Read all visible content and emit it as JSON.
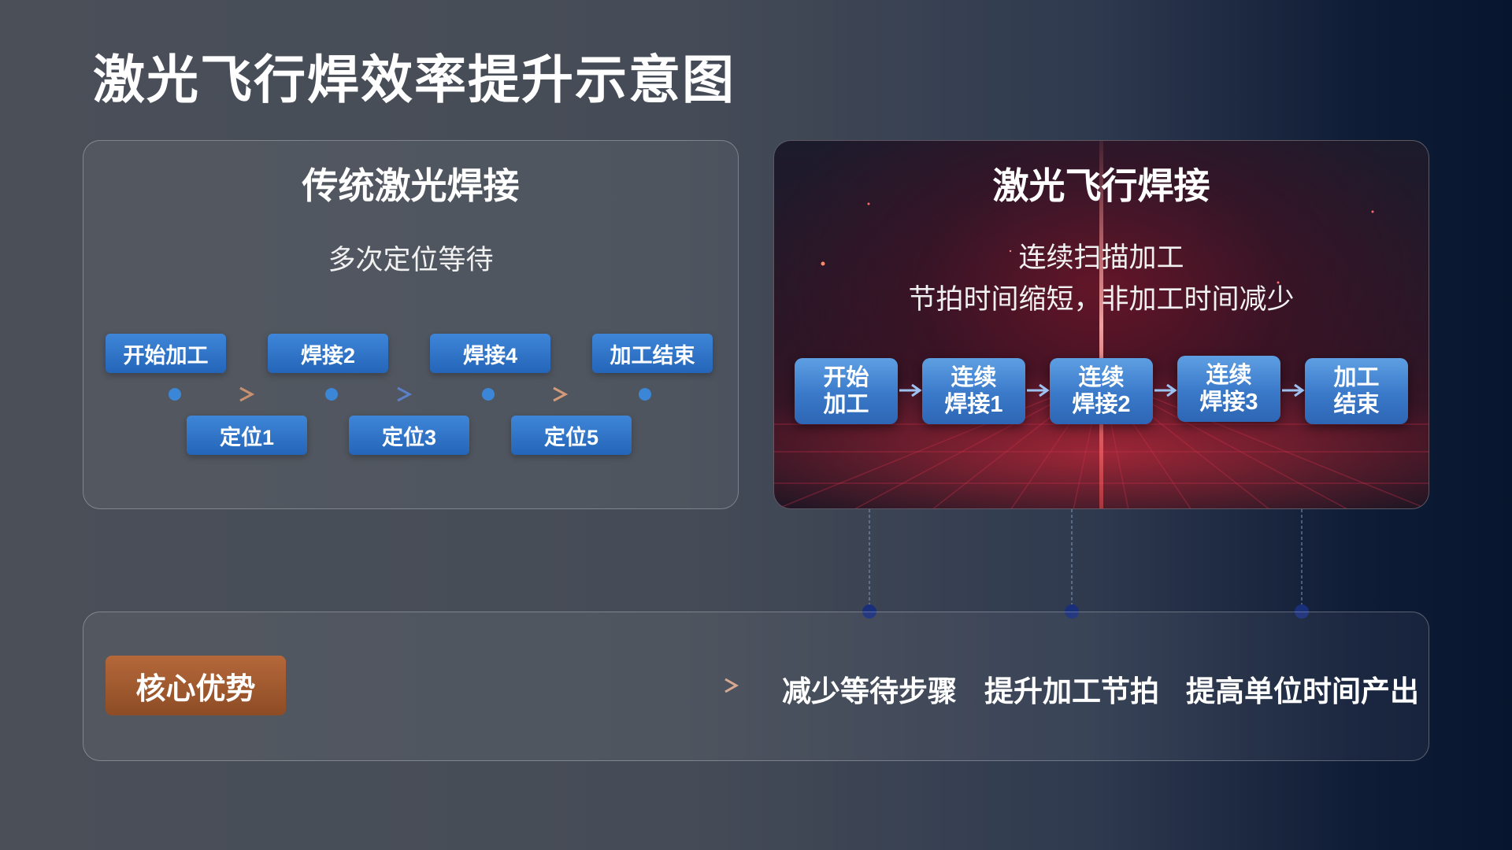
{
  "title": "激光飞行焊效率提升示意图",
  "traditional": {
    "heading": "传统激光焊接",
    "subtitle": "多次定位等待",
    "top_steps": [
      "开始加工",
      "焊接2",
      "焊接4",
      "加工结束"
    ],
    "bottom_steps": [
      "定位1",
      "定位3",
      "定位5"
    ]
  },
  "flying": {
    "heading": "激光飞行焊接",
    "subtitle_line1": "连续扫描加工",
    "subtitle_line2": "节拍时间缩短，非加工时间减少",
    "steps": [
      {
        "line1": "开始",
        "line2": "加工"
      },
      {
        "line1": "连续",
        "line2": "焊接1"
      },
      {
        "line1": "连续",
        "line2": "焊接2"
      },
      {
        "line1": "连续",
        "line2": "焊接3"
      },
      {
        "line1": "加工",
        "line2": "结束"
      }
    ]
  },
  "core": {
    "badge": "核心优势",
    "advantages": [
      "减少等待步骤",
      "提升加工节拍",
      "提高单位时间产出"
    ]
  },
  "colors": {
    "step_blue": "#2f6fc0",
    "badge_orange": "#a45a2f",
    "accent_red": "#c0203a",
    "dot_navy": "#1a2f7a"
  }
}
